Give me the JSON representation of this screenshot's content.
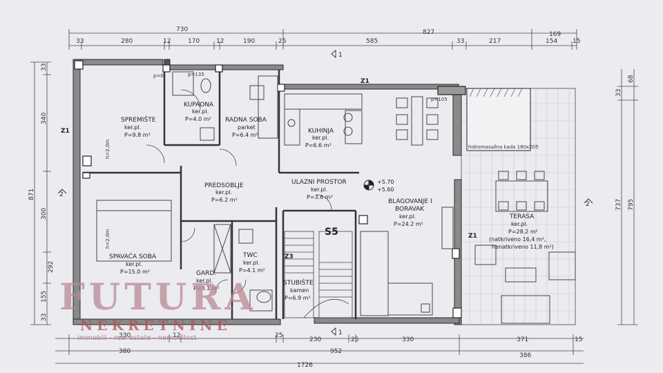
{
  "top_dims_row1": [
    "730",
    "827",
    "169"
  ],
  "top_dims_row2": [
    "33",
    "280",
    "12",
    "170",
    "12",
    "190",
    "25",
    "585",
    "33",
    "217",
    "154",
    "15"
  ],
  "bottom_dims_row1": [
    "330",
    "12",
    "25",
    "230",
    "25",
    "330",
    "371",
    "15"
  ],
  "bottom_dims_row2": [
    "380",
    "952",
    "386"
  ],
  "bottom_total": "1726",
  "left_dims_outer": [
    "871"
  ],
  "left_dims_inner": [
    "33",
    "340",
    "300",
    "292",
    "155",
    "33"
  ],
  "right_dims": [
    "33",
    "68",
    "737",
    "795"
  ],
  "rooms": [
    {
      "name": "SPREMIŠTE",
      "floor": "ker.pl.",
      "area": "P=9.8 m²"
    },
    {
      "name": "KUPAONA",
      "floor": "ker.pl.",
      "area": "P=4.0 m²"
    },
    {
      "name": "RADNA SOBA",
      "floor": "parket",
      "area": "P=6.4 m²"
    },
    {
      "name": "KUHINJA",
      "floor": "ker.pl.",
      "area": "P=6.6 m²"
    },
    {
      "name": "PREDSOBLJE",
      "floor": "ker.pl.",
      "area": "P=6.2 m²"
    },
    {
      "name": "ULAZNI PROSTOR",
      "floor": "ker.pl.",
      "area": "P=3.6 m²"
    },
    {
      "name": "BLAGOVANJE I",
      "floor": "BORAVAK",
      "area": "ker.pl.",
      "area2": "P=24.2 m²"
    },
    {
      "name": "SPAVAĆA SOBA",
      "floor": "ker.pl.",
      "area": "P=15.0 m²"
    },
    {
      "name": "TWC",
      "floor": "ker.pl.",
      "area": "P=4.1 m²"
    },
    {
      "name": "GARD.",
      "floor": "ker.pl.",
      "area": "P=3.1 m²"
    },
    {
      "name": "STUBIŠTE",
      "floor": "kamen",
      "area": "P=6.9 m²"
    },
    {
      "name": "TERASA",
      "floor": "ker.pl.",
      "area": "P=28.2 m²",
      "note1": "(natkriveno 16,4 m²,",
      "note2": "nenatkriveno 11,8 m²)"
    }
  ],
  "labels": {
    "z1": "Z1",
    "z3": "Z3",
    "s5": "S5",
    "level_top": "+5.70",
    "level_bottom": "+5.60",
    "hydro": "hidromasažna kada 180x205",
    "section1": "1",
    "section2": "2",
    "h2": "h=2,0m",
    "p105": "p=105",
    "p135": "p=135",
    "p0": "p=0"
  },
  "watermark": {
    "brand": "FUTURA",
    "sub": "NEKRETNINE",
    "tagline": "immobili - real estate - nemovitost"
  }
}
